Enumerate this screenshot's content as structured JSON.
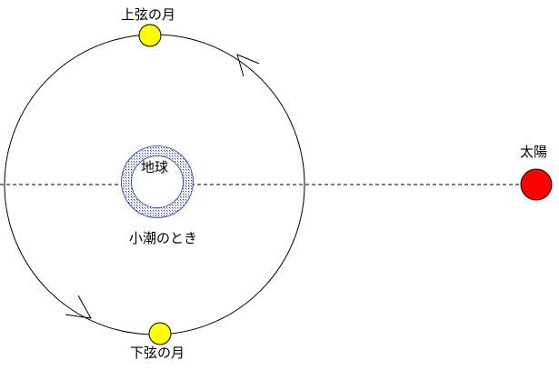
{
  "labels": {
    "first_quarter_moon": "上弦の月",
    "last_quarter_moon": "下弦の月",
    "earth": "地球",
    "sun": "太陽",
    "caption": "小潮のとき"
  },
  "colors": {
    "moon_fill": "#ffff00",
    "sun_fill": "#ff0000",
    "earth_pattern": "#2233aa",
    "line": "#000000",
    "background": "#ffffff"
  }
}
